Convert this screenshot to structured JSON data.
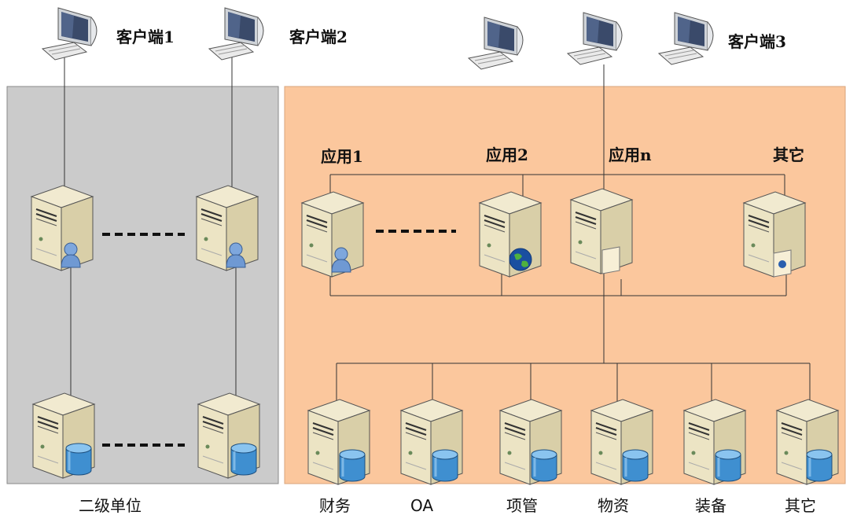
{
  "clients": {
    "client1_label": "客户端1",
    "client2_label": "客户端2",
    "client3_label": "客户端3"
  },
  "apps": {
    "app1_label": "应用1",
    "app2_label": "应用2",
    "appn_label": "应用n",
    "other_label": "其它"
  },
  "databases": {
    "finance_label": "财务",
    "oa_label": "OA",
    "project_label": "项管",
    "materials_label": "物资",
    "equipment_label": "装备",
    "other_label": "其它"
  },
  "regions": {
    "secondary_unit_label": "二级单位",
    "left_bg_color": "#cbcbcb",
    "right_bg_color": "#fbc79d"
  },
  "icons": {
    "client": "desktop-computer-icon",
    "app_server": "server-tower-icon",
    "db_server": "database-server-icon",
    "user_badge": "user-icon",
    "globe_badge": "globe-icon",
    "document_badge": "document-icon"
  }
}
